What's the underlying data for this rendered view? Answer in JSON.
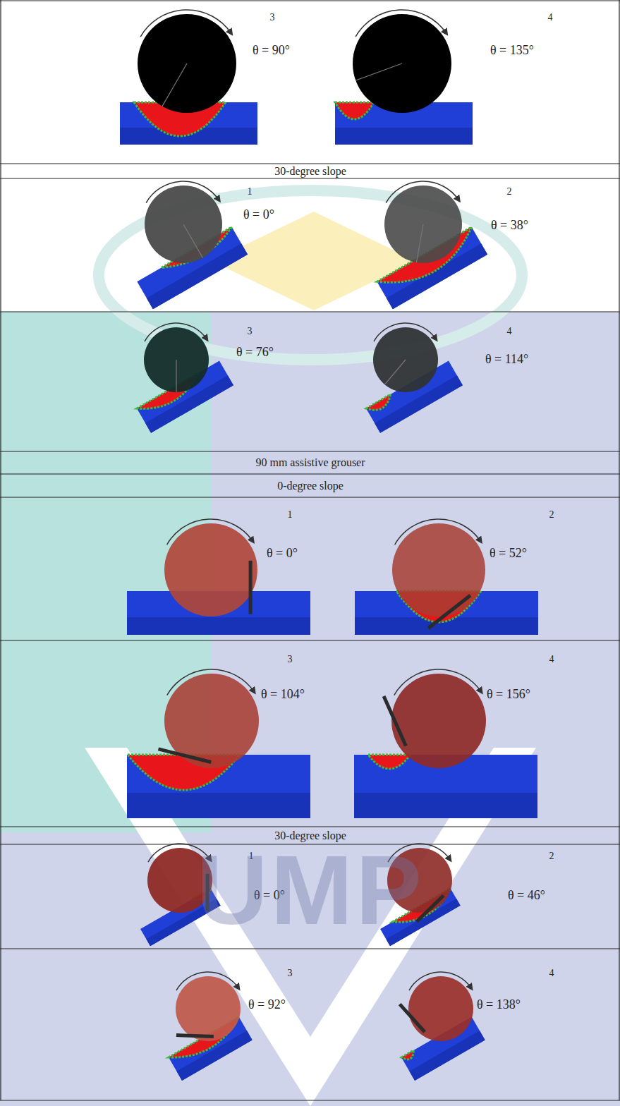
{
  "diagram": {
    "labels": [
      "3",
      "θ = 90°",
      "4",
      "θ = 135°",
      "30-degree slope",
      "1",
      "θ = 0°",
      "2",
      "θ = 38°",
      "3",
      "θ = 76°",
      "4",
      "θ = 114°",
      "90 mm assistive grouser",
      "0-degree slope",
      "1",
      "θ = 0°",
      "2",
      "θ = 52°",
      "3",
      "θ = 104°",
      "4",
      "θ = 156°",
      "30-degree slope",
      "1",
      "θ = 0°",
      "2",
      "θ = 46°",
      "3",
      "θ = 92°",
      "4",
      "θ = 138°",
      "UMP"
    ]
  }
}
